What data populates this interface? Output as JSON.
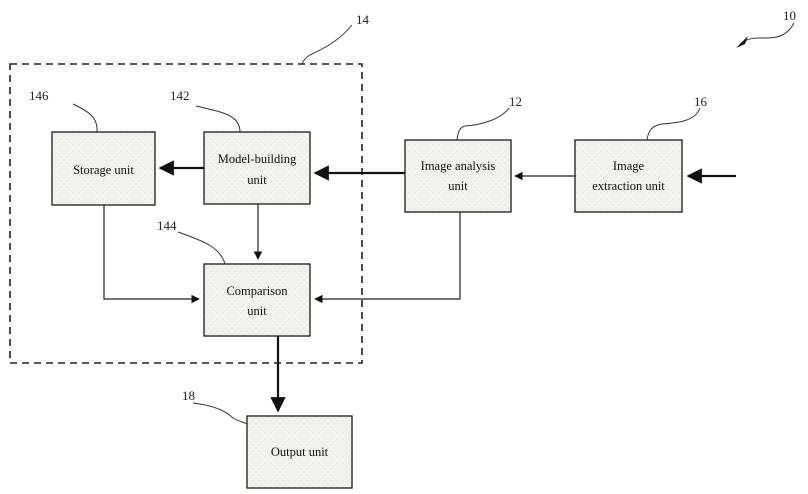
{
  "references": {
    "system": "10",
    "image_analysis": "12",
    "processing_module": "14",
    "image_extraction": "16",
    "output": "18",
    "model_building": "142",
    "comparison": "144",
    "storage": "146"
  },
  "blocks": {
    "storage": [
      "Storage unit"
    ],
    "model_building": [
      "Model-building",
      "unit"
    ],
    "comparison": [
      "Comparison",
      "unit"
    ],
    "image_analysis": [
      "Image analysis",
      "unit"
    ],
    "image_extraction": [
      "Image",
      "extraction unit"
    ],
    "output": [
      "Output unit"
    ]
  },
  "colors": {
    "block_fill": "#f1f1ee",
    "line": "#222222",
    "background": "#ffffff"
  }
}
